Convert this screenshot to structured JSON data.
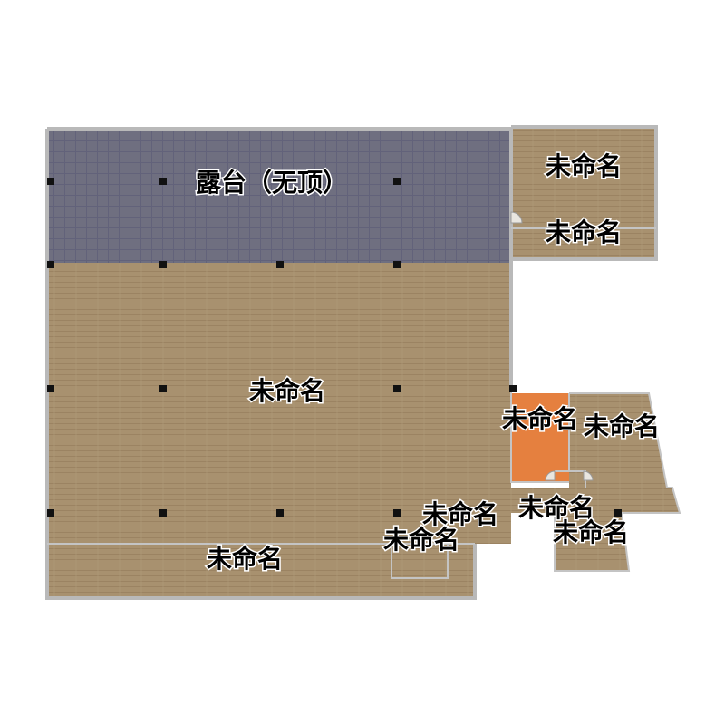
{
  "floorplan": {
    "colors": {
      "wood": "#a8916f",
      "wood_line": "#9b8362",
      "terrace": "#6f6f80",
      "terrace_line": "#62627a",
      "accent_room": "#e5803f",
      "wall": "#b9b9b9",
      "pillar": "#111111"
    },
    "rooms": [
      {
        "id": "terrace",
        "label": "露台（无顶）"
      },
      {
        "id": "main-hall",
        "label": "未命名"
      },
      {
        "id": "top-right-upper",
        "label": "未命名"
      },
      {
        "id": "top-right-lower",
        "label": "未命名"
      },
      {
        "id": "orange-room",
        "label": "未命名"
      },
      {
        "id": "right-room",
        "label": "未命名"
      },
      {
        "id": "bottom-left",
        "label": "未命名"
      },
      {
        "id": "corridor-a",
        "label": "未命名"
      },
      {
        "id": "corridor-b",
        "label": "未命名"
      },
      {
        "id": "small-box",
        "label": "未命名"
      },
      {
        "id": "bottom-right",
        "label": "未命名"
      }
    ]
  }
}
